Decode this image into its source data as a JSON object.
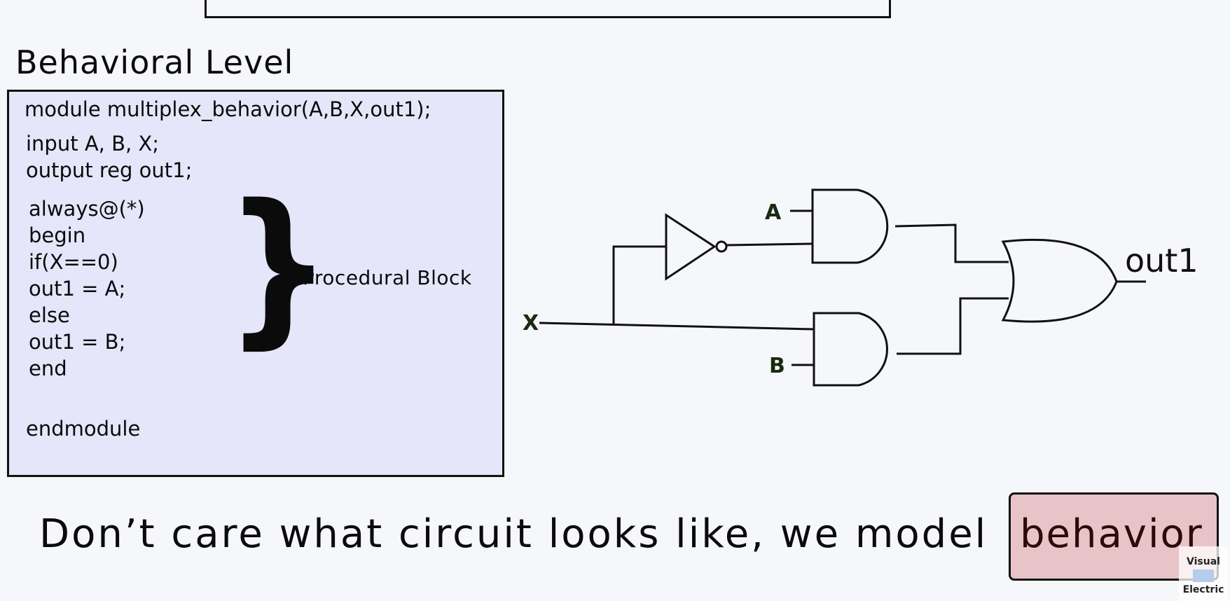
{
  "section_title": "Behavioral Level",
  "code": {
    "line1": "module multiplex_behavior(A,B,X,out1);",
    "line2": "input A, B, X;",
    "line3": "output reg out1;",
    "line4": "always@(*)",
    "line5": "begin",
    "line6": "if(X==0)",
    "line7": "out1 = A;",
    "line8": "else",
    "line9": "out1 = B;",
    "line10": "end",
    "line11": "endmodule"
  },
  "brace_symbol": "}",
  "procedural_label": "Procedural Block",
  "circuit": {
    "input_a": "A",
    "input_b": "B",
    "input_x": "X",
    "output": "out1"
  },
  "caption": "Don’t care what circuit looks like, we model",
  "caption_highlight": "behavior",
  "watermark": {
    "line1": "Visual",
    "line2": "Electric"
  },
  "colors": {
    "background": "#f6f7fb",
    "code_box": "#e6e6fa",
    "highlight": "#e8c4c8"
  }
}
